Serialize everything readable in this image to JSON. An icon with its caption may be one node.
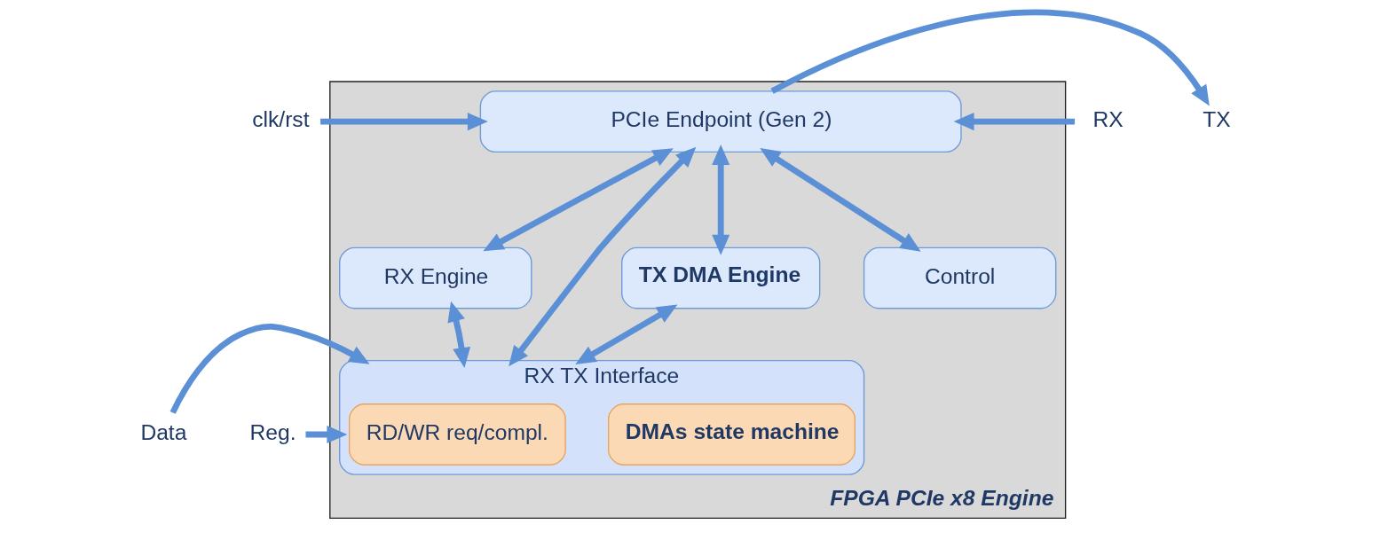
{
  "diagram": {
    "nodes": [
      {
        "text": [
          "FPGA PCIe x8 Engine"
        ]
      },
      {
        "text": [
          "PCIe Endpoint (Gen 2)"
        ],
        "in": 0
      },
      {
        "text": [
          "RX Engine"
        ],
        "in": 0
      },
      {
        "text": [
          "TX DMA Engine"
        ],
        "in": 0
      },
      {
        "text": [
          "Control"
        ],
        "in": 0
      },
      {
        "text": [
          "RX TX Interface"
        ],
        "in": 0
      },
      {
        "text": [
          "RD/WR req/compl."
        ],
        "in": 5
      },
      {
        "text": [
          "DMAs state machine"
        ],
        "in": 5
      },
      {
        "text": [
          "clk/rst"
        ]
      },
      {
        "text": [
          "Data"
        ]
      },
      {
        "text": [
          "Reg."
        ]
      },
      {
        "text": [
          "RX"
        ]
      },
      {
        "text": [
          "TX"
        ]
      }
    ],
    "edges": [
      {
        "from": 8,
        "to": 1,
        "arrow": "to"
      },
      {
        "from": 1,
        "to": 2,
        "arrow": "both"
      },
      {
        "from": 1,
        "to": 5,
        "arrow": "both"
      },
      {
        "from": 1,
        "to": 3,
        "arrow": "both"
      },
      {
        "from": 1,
        "to": 4,
        "arrow": "both"
      },
      {
        "from": 2,
        "to": 5,
        "arrow": "both"
      },
      {
        "from": 3,
        "to": 5,
        "arrow": "both"
      },
      {
        "from": 9,
        "to": 5,
        "arrow": "to"
      },
      {
        "from": 10,
        "to": 5,
        "arrow": "to"
      },
      {
        "from": 11,
        "to": 1,
        "arrow": "to"
      },
      {
        "from": 1,
        "to": 12,
        "arrow": "to"
      }
    ]
  }
}
